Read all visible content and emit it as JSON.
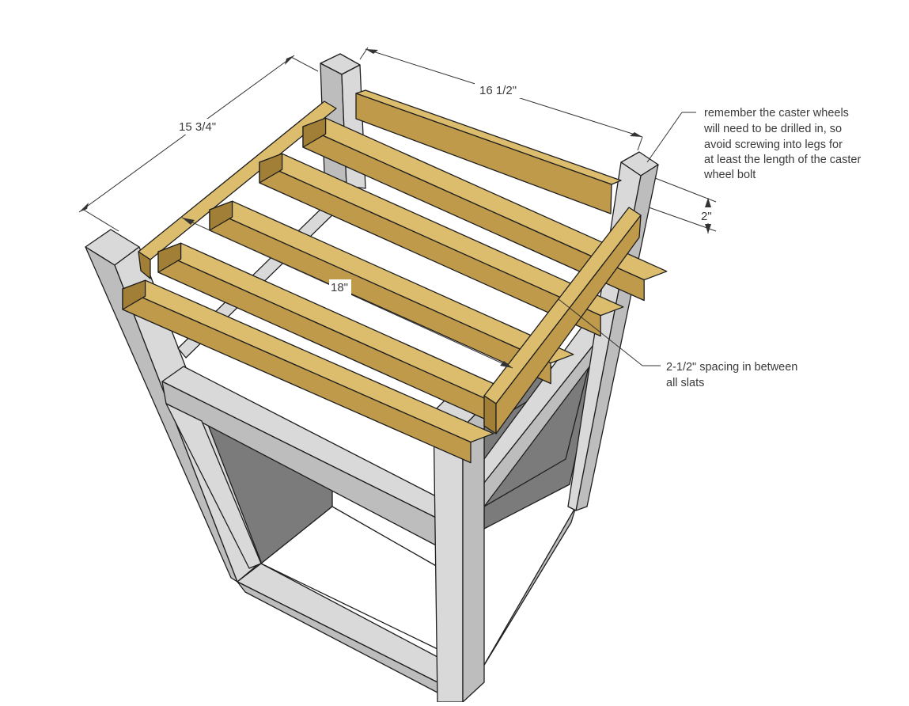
{
  "colors": {
    "background": "#ffffff",
    "wood_top": "#dcbd6e",
    "wood_side": "#bf9a4a",
    "wood_dark": "#a17f36",
    "frame_light": "#d9d9d9",
    "frame_mid": "#bdbdbd",
    "frame_dark": "#8f8f8f",
    "panel_gray": "#7b7b7b",
    "outline": "#1e1e1e",
    "dimension_line": "#333333"
  },
  "dimensions": {
    "depth": "15 3/4\"",
    "width": "16 1/2\"",
    "slat_length": "18\"",
    "leg_offset": "2\""
  },
  "notes": {
    "caster": [
      "remember the caster wheels",
      "will need to be drilled in, so",
      "avoid screwing into legs for",
      "at least the length of the caster",
      "wheel bolt"
    ],
    "spacing": [
      "2-1/2\" spacing in between",
      "all slats"
    ]
  }
}
